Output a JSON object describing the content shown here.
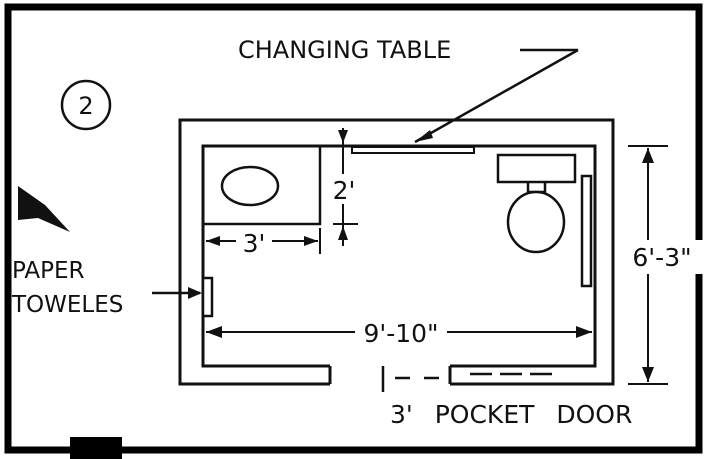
{
  "callout": {
    "number": "2"
  },
  "labels": {
    "changing_table": "CHANGING TABLE",
    "paper_towels_line1": "PAPER",
    "paper_towels_line2": "TOWELES",
    "pocket_door": "3' POCKET DOOR"
  },
  "dimensions": {
    "counter_depth": "2'",
    "counter_width": "3'",
    "room_width": "9'-10\"",
    "room_depth": "6'-3\""
  },
  "colors": {
    "ink": "#111111",
    "frame": "#000000",
    "paper": "#ffffff"
  }
}
